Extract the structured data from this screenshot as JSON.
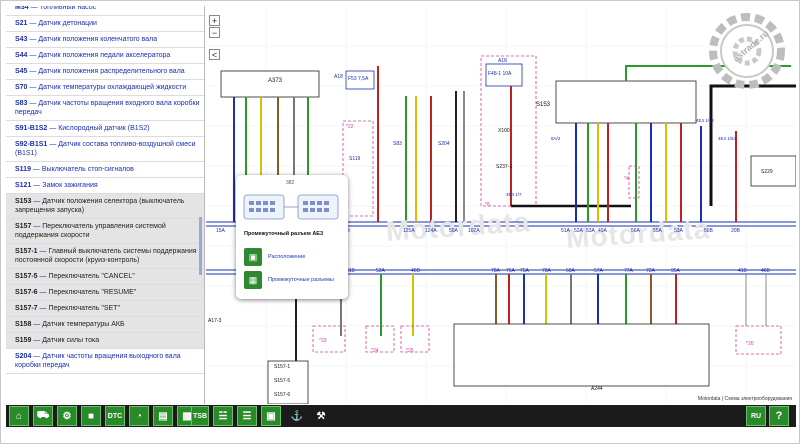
{
  "sidebar": {
    "items": [
      {
        "code": "M34",
        "desc": "Топливный насос",
        "lines": 1
      },
      {
        "code": "S21",
        "desc": "Датчик детонации",
        "lines": 1
      },
      {
        "code": "S43",
        "desc": "Датчик положения коленчатого вала",
        "lines": 1
      },
      {
        "code": "S44",
        "desc": "Датчик положения педали акселератора",
        "lines": 1
      },
      {
        "code": "S45",
        "desc": "Датчик положения распределительного вала",
        "lines": 1
      },
      {
        "code": "S70",
        "desc": "Датчик температуры охлаждающей жидкости",
        "lines": 1
      },
      {
        "code": "S83",
        "desc": "Датчик частоты вращения входного вала коробки передач",
        "lines": 2
      },
      {
        "code": "S91-B1S2",
        "desc": "Кислородный датчик (B1S2)",
        "lines": 1
      },
      {
        "code": "S92-B1S1",
        "desc": "Датчик состава топливо-воздушной смеси (B1S1)",
        "lines": 2
      },
      {
        "code": "S119",
        "desc": "Выключатель стоп-сигналов",
        "lines": 1
      },
      {
        "code": "S121",
        "desc": "Замок зажигания",
        "lines": 1
      },
      {
        "code": "S153",
        "desc": "Датчик положения селектора (выключатель запрещения запуска)",
        "lines": 2,
        "hl": true
      },
      {
        "code": "S157",
        "desc": "Переключатель управления системой поддержания скорости",
        "lines": 2,
        "hl": true
      },
      {
        "code": "S157-1",
        "desc": "Главный выключатель системы поддержания постоянной скорости (круиз-контроль)",
        "lines": 2,
        "hl": true
      },
      {
        "code": "S157-5",
        "desc": "Переключатель \"CANCEL\"",
        "lines": 1,
        "hl": true
      },
      {
        "code": "S157-6",
        "desc": "Переключатель \"RESUME\"",
        "lines": 1,
        "hl": true
      },
      {
        "code": "S157-7",
        "desc": "Переключатель \"SET\"",
        "lines": 1,
        "hl": true
      },
      {
        "code": "S158",
        "desc": "Датчик температуры АКБ",
        "lines": 1,
        "hl": true
      },
      {
        "code": "S159",
        "desc": "Датчик силы тока",
        "lines": 1,
        "hl": true
      },
      {
        "code": "S204",
        "desc": "Датчик частоты вращения выходного вала коробки передач",
        "lines": 2
      }
    ]
  },
  "map_controls": {
    "zoom_in": "+",
    "zoom_out": "−",
    "collapse": "<"
  },
  "diagram": {
    "labels": {
      "a373": "A373",
      "a18_left": "A18",
      "f53": "F53 7,5A",
      "a18_right": "A18",
      "f48": "F48-1 10A",
      "s153": "S153",
      "s119": "S119",
      "s83": "S83",
      "s204": "S204",
      "x100": "X100",
      "s237": "S237-1",
      "s229": "S229",
      "a244": "A244",
      "a17": "A17-3",
      "s157": "S157-1",
      "s157b": "S157-5",
      "s157c": "S157-6",
      "w1": "8A/2",
      "w2": "4E4 1/54",
      "w3": "4E4 1/52",
      "w4": "4E4 1/7"
    },
    "wire_labels": [
      "15A",
      "40B",
      "125A",
      "124A",
      "50A",
      "102A",
      "51A",
      "52A",
      "53A",
      "49A",
      "56A",
      "55A",
      "53A",
      "56B",
      "20B",
      "41B",
      "52A",
      "40B",
      "78A",
      "76A",
      "75A",
      "78A",
      "60A",
      "57A",
      "77A",
      "72A",
      "95A",
      "41B",
      "40B"
    ],
    "markers": [
      "*22",
      "*23",
      "*24",
      "*25",
      "*26",
      "*4",
      "*8"
    ],
    "watermark": "Motordata",
    "footer": "Motordata | Схема электрооборудования"
  },
  "popup": {
    "connector_label": "382",
    "title": "Промежуточный разъем AE3",
    "items": [
      {
        "label": "Расположение"
      },
      {
        "label": "Промежуточные разъемы"
      }
    ]
  },
  "logo": {
    "text": "astrade.ru"
  },
  "toolbar": {
    "buttons": [
      "home",
      "car",
      "settings",
      "engine",
      "dtc",
      "gauge",
      "data",
      "ecu",
      "tsb",
      "wiring",
      "docs",
      "oil",
      "tools"
    ],
    "tsb_label": "TSB",
    "dtc_label": "DTC",
    "lang_label": "RU",
    "help_label": "?"
  },
  "colors": {
    "toolbar": "#1b1b1b",
    "button": "#2a8a2a",
    "link": "#1a2fb0",
    "highlight": "#e4e4e4"
  }
}
